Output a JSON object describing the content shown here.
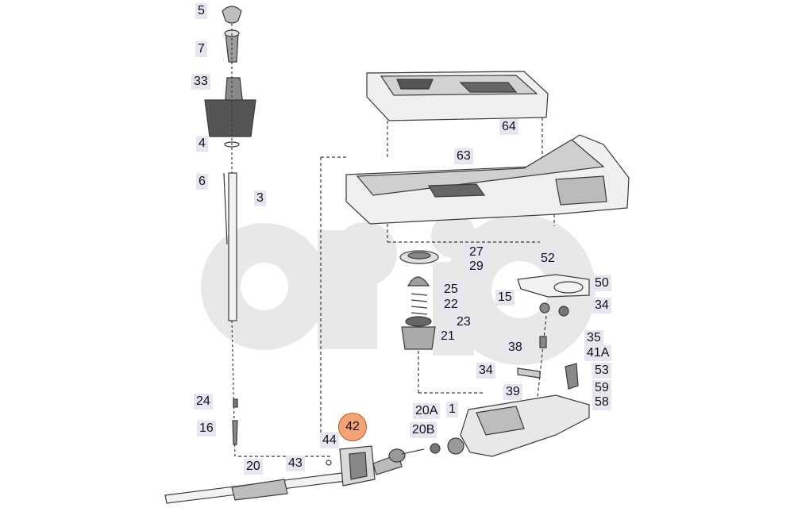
{
  "diagram": {
    "highlighted_part": "42",
    "callouts": [
      "5",
      "7",
      "33",
      "4",
      "6",
      "3",
      "24",
      "16",
      "20",
      "43",
      "44",
      "64",
      "63",
      "27",
      "29",
      "25",
      "22",
      "23",
      "21",
      "52",
      "50",
      "15",
      "34",
      "35",
      "38",
      "41A",
      "34",
      "53",
      "39",
      "59",
      "58",
      "1",
      "20A",
      "20B"
    ]
  },
  "colors": {
    "line": "#3a3a3a",
    "callout_bg": "#e6e6f3",
    "highlight": "#f2a477",
    "watermark": "#e8e8e8"
  }
}
